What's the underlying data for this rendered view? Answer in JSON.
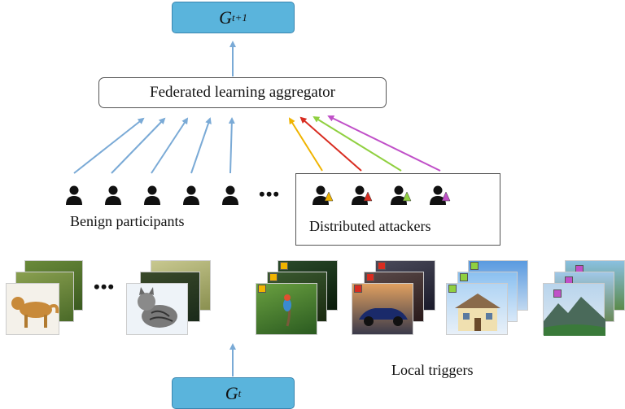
{
  "top_box": {
    "main": "G",
    "sub": "t+1"
  },
  "bottom_box": {
    "main": "G",
    "sub": "t"
  },
  "aggregator": {
    "label": "Federated learning aggregator"
  },
  "benign": {
    "label": "Benign participants"
  },
  "attackers": {
    "label": "Distributed attackers"
  },
  "triggers": {
    "label": "Local triggers"
  },
  "ellipsis": "•••",
  "colors": {
    "model_box": "#5ab4dc",
    "benign_arrow": "#7aaad6",
    "attacker_orange": "#f0b400",
    "attacker_red": "#d82c20",
    "attacker_green": "#90d040",
    "attacker_purple": "#c050c8"
  }
}
